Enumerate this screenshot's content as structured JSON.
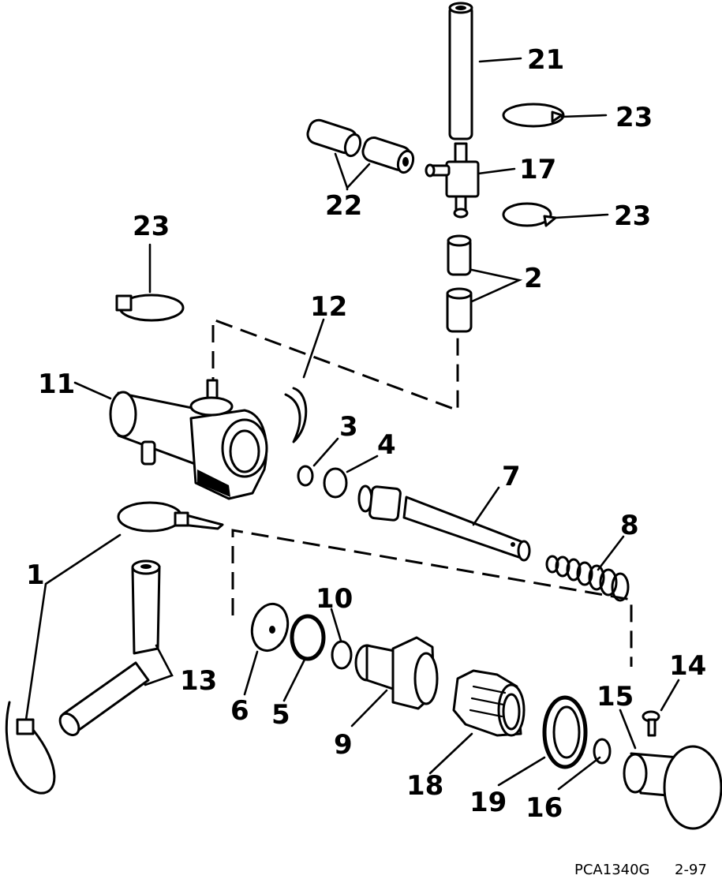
{
  "callouts": {
    "c21": "21",
    "c23a": "23",
    "c17": "17",
    "c22": "22",
    "c23b": "23",
    "c23c": "23",
    "c2": "2",
    "c12": "12",
    "c11": "11",
    "c3": "3",
    "c4": "4",
    "c7": "7",
    "c8": "8",
    "c1": "1",
    "c10": "10",
    "c13": "13",
    "c14": "14",
    "c15": "15",
    "c6": "6",
    "c5": "5",
    "c9": "9",
    "c18": "18",
    "c19": "19",
    "c16": "16"
  },
  "footer": {
    "code": "PCA1340G",
    "date": "2-97"
  }
}
